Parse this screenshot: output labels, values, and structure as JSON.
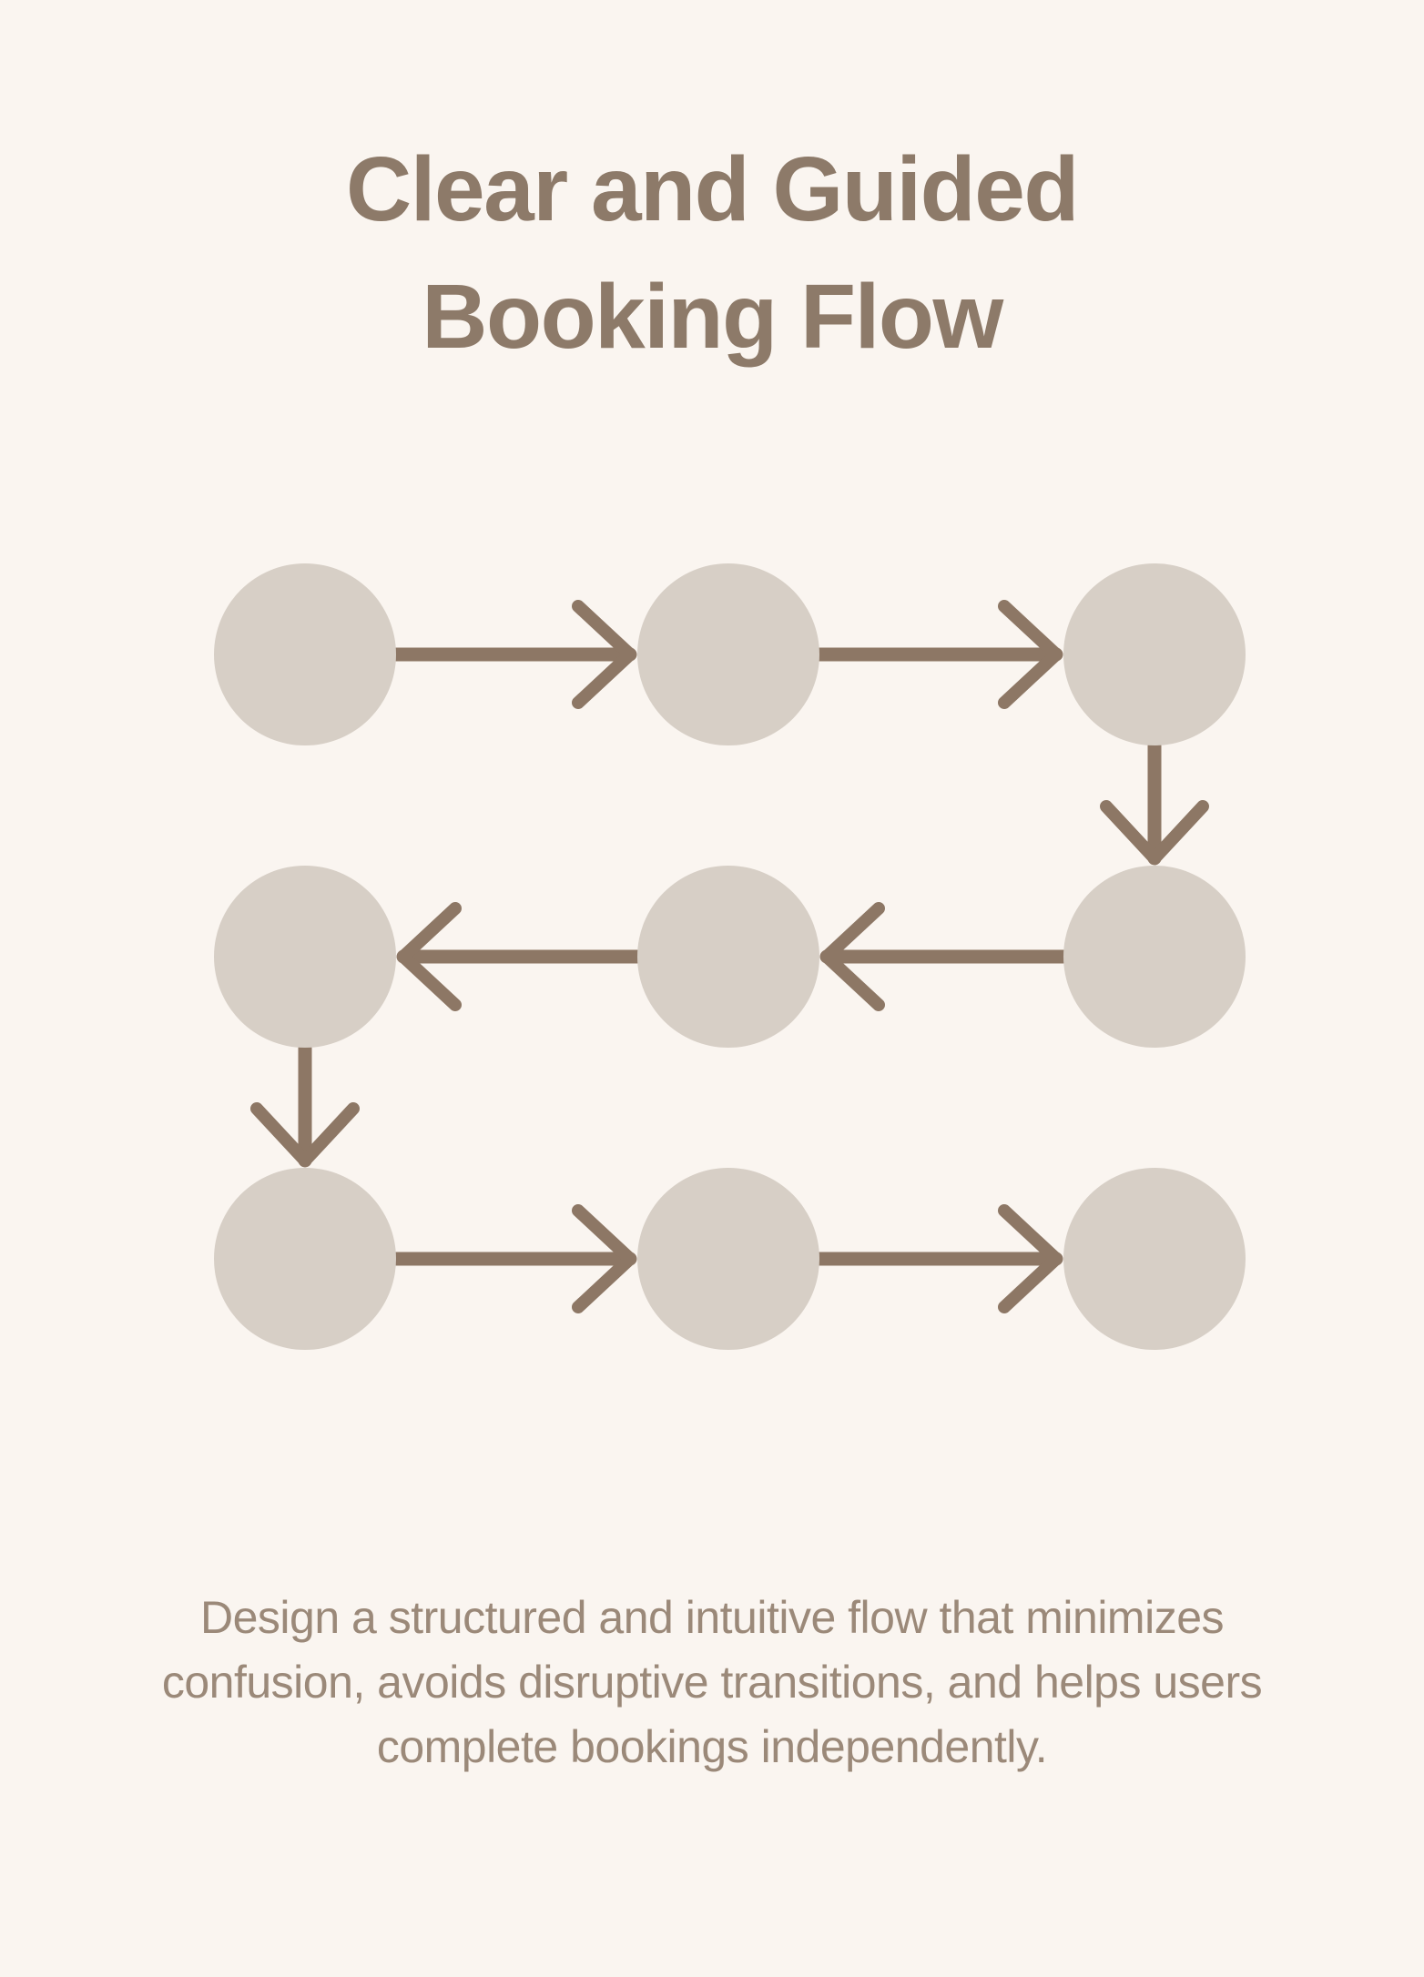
{
  "page": {
    "background": "#faf5f0"
  },
  "title": {
    "color": "#8d7a69",
    "lines": [
      "Clear and Guided",
      "Booking Flow"
    ]
  },
  "description": {
    "color": "#9b8979",
    "lines": [
      "Design a structured and intuitive flow that minimizes",
      "confusion, avoids disruptive transitions, and helps users",
      "complete bookings independently."
    ]
  },
  "diagram": {
    "type": "snake-flow",
    "node_fill": "#d7cfc6",
    "arrow_color": "#8d7765",
    "node_radius": 100,
    "columns_x": [
      335,
      800,
      1268
    ],
    "rows_y": [
      719,
      1051,
      1383
    ],
    "arrow_shaft_width": 15,
    "arrow_head_width": 14,
    "arrow_head_back": 57,
    "arrow_head_spread": 53,
    "arrow_tip_gap": 8,
    "nodes": [
      {
        "id": "step-1",
        "row": 0,
        "col": 0
      },
      {
        "id": "step-2",
        "row": 0,
        "col": 1
      },
      {
        "id": "step-3",
        "row": 0,
        "col": 2
      },
      {
        "id": "step-4",
        "row": 1,
        "col": 2
      },
      {
        "id": "step-5",
        "row": 1,
        "col": 1
      },
      {
        "id": "step-6",
        "row": 1,
        "col": 0
      },
      {
        "id": "step-7",
        "row": 2,
        "col": 0
      },
      {
        "id": "step-8",
        "row": 2,
        "col": 1
      },
      {
        "id": "step-9",
        "row": 2,
        "col": 2
      }
    ],
    "edges": [
      {
        "from": "step-1",
        "to": "step-2"
      },
      {
        "from": "step-2",
        "to": "step-3"
      },
      {
        "from": "step-3",
        "to": "step-4"
      },
      {
        "from": "step-4",
        "to": "step-5"
      },
      {
        "from": "step-5",
        "to": "step-6"
      },
      {
        "from": "step-6",
        "to": "step-7"
      },
      {
        "from": "step-7",
        "to": "step-8"
      },
      {
        "from": "step-8",
        "to": "step-9"
      }
    ]
  }
}
